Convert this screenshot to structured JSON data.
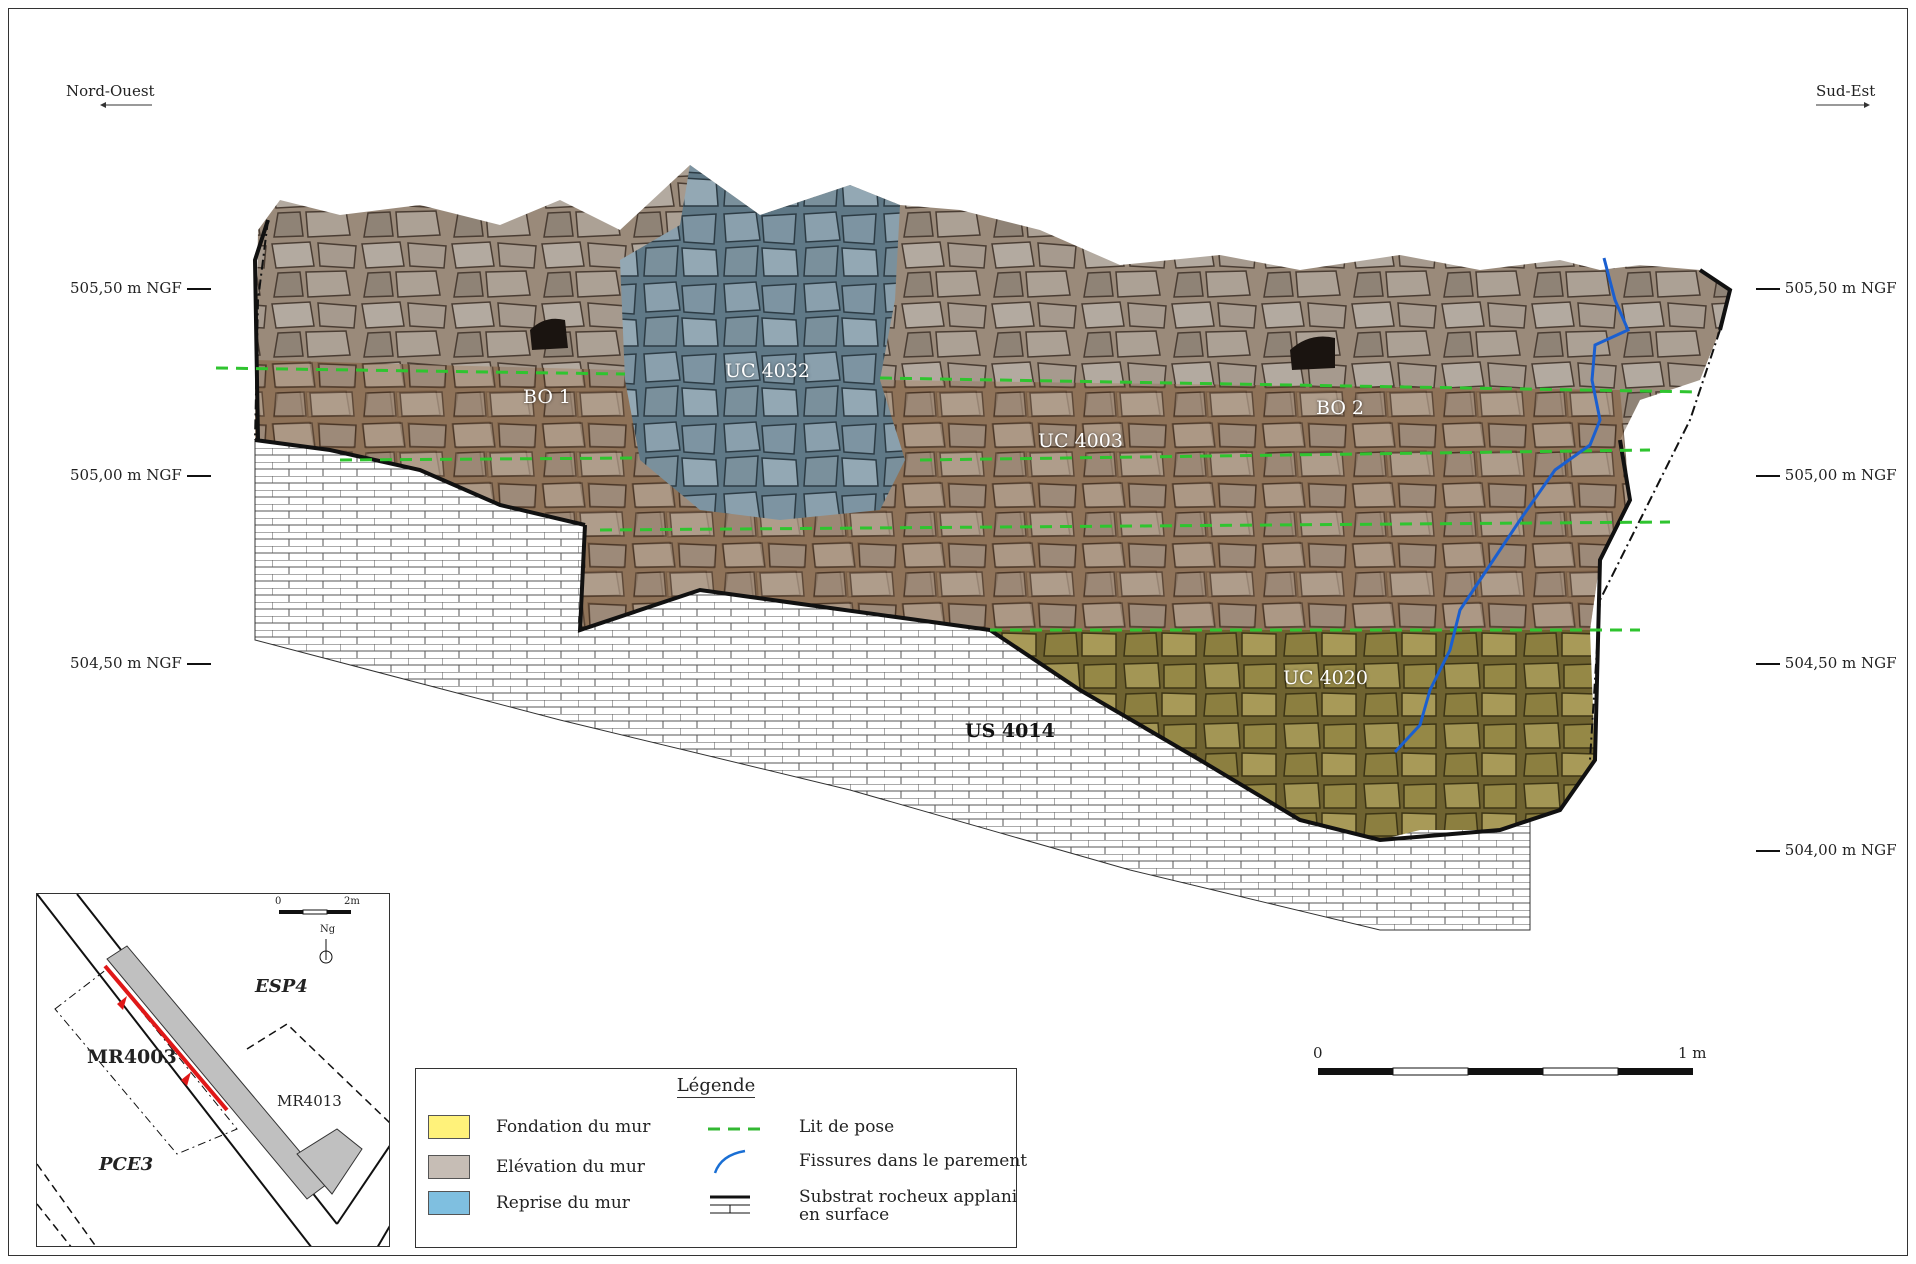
{
  "directions": {
    "left": "Nord-Ouest",
    "right": "Sud-Est"
  },
  "altitudes": {
    "left": [
      "505,50 m NGF",
      "505,00 m NGF",
      "504,50 m NGF"
    ],
    "right": [
      "505,50 m NGF",
      "505,00 m NGF",
      "504,50 m NGF",
      "504,00 m NGF"
    ]
  },
  "units": {
    "uc4032": "UC 4032",
    "bo1": "BO 1",
    "bo2": "BO 2",
    "uc4003": "UC 4003",
    "uc4020": "UC 4020",
    "us4014": "US 4014"
  },
  "scale": {
    "start": "0",
    "end": "1 m"
  },
  "legend": {
    "title": "Légende",
    "items": [
      {
        "label": "Fondation du mur",
        "color": "#fff27a"
      },
      {
        "label": "Elévation du mur",
        "color": "#c6bdb5"
      },
      {
        "label": "Reprise du mur",
        "color": "#7fbfe0"
      }
    ],
    "symbols": [
      {
        "label": "Lit de pose",
        "color": "#33b833"
      },
      {
        "label": "Fissures dans le parement",
        "color": "#1a6fd4"
      },
      {
        "label_line1": "Substrat rocheux applani",
        "label_line2": "en surface"
      }
    ]
  },
  "inset": {
    "scale_start": "0",
    "scale_end": "2m",
    "north": "Ng",
    "labels": {
      "esp4": "ESP4",
      "mr4003": "MR4003",
      "mr4013": "MR4013",
      "pce3": "PCE3"
    }
  },
  "colors": {
    "wall_stone": "#8f857b",
    "wall_mortar": "#a77d59",
    "repair_stone": "#7d96a6",
    "foundation": "#8f7d3a",
    "bedding": "#2fc42f",
    "crack": "#1a5fd0",
    "inset_wall": "#c0c0c0",
    "inset_red": "#e01818"
  }
}
